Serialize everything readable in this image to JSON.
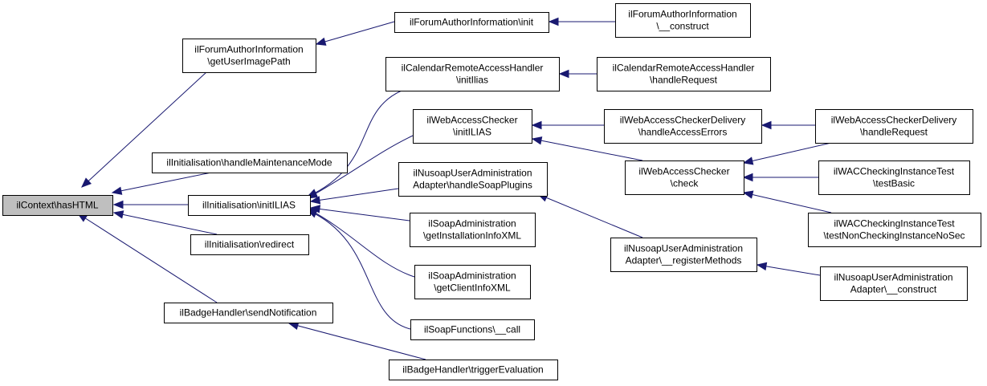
{
  "graph": {
    "nodes": [
      {
        "id": "root",
        "lines": [
          "ilContext\\hasHTML"
        ],
        "root": true
      },
      {
        "id": "getUserImagePath",
        "lines": [
          "ilForumAuthorInformation",
          "\\getUserImagePath"
        ]
      },
      {
        "id": "handleMaintenanceMode",
        "lines": [
          "ilInitialisation\\handleMaintenanceMode"
        ]
      },
      {
        "id": "initILIAS",
        "lines": [
          "ilInitialisation\\initILIAS"
        ]
      },
      {
        "id": "redirect",
        "lines": [
          "ilInitialisation\\redirect"
        ]
      },
      {
        "id": "sendNotification",
        "lines": [
          "ilBadgeHandler\\sendNotification"
        ]
      },
      {
        "id": "forumInit",
        "lines": [
          "ilForumAuthorInformation\\init"
        ]
      },
      {
        "id": "forumConstruct",
        "lines": [
          "ilForumAuthorInformation",
          "\\__construct"
        ]
      },
      {
        "id": "calInitIlias",
        "lines": [
          "ilCalendarRemoteAccessHandler",
          "\\initIlias"
        ]
      },
      {
        "id": "calHandleRequest",
        "lines": [
          "ilCalendarRemoteAccessHandler",
          "\\handleRequest"
        ]
      },
      {
        "id": "wacInitILIAS",
        "lines": [
          "ilWebAccessChecker",
          "\\initILIAS"
        ]
      },
      {
        "id": "wacdHandleAccessErrors",
        "lines": [
          "ilWebAccessCheckerDelivery",
          "\\handleAccessErrors"
        ]
      },
      {
        "id": "wacdHandleRequest",
        "lines": [
          "ilWebAccessCheckerDelivery",
          "\\handleRequest"
        ]
      },
      {
        "id": "wacCheck",
        "lines": [
          "ilWebAccessChecker",
          "\\check"
        ]
      },
      {
        "id": "testBasic",
        "lines": [
          "ilWACCheckingInstanceTest",
          "\\testBasic"
        ]
      },
      {
        "id": "testNonChecking",
        "lines": [
          "ilWACCheckingInstanceTest",
          "\\testNonCheckingInstanceNoSec"
        ]
      },
      {
        "id": "nusoapHandleSoapPlugins",
        "lines": [
          "ilNusoapUserAdministration",
          "Adapter\\handleSoapPlugins"
        ]
      },
      {
        "id": "nusoapRegisterMethods",
        "lines": [
          "ilNusoapUserAdministration",
          "Adapter\\__registerMethods"
        ]
      },
      {
        "id": "nusoapConstruct",
        "lines": [
          "ilNusoapUserAdministration",
          "Adapter\\__construct"
        ]
      },
      {
        "id": "soapGetInstallationInfoXML",
        "lines": [
          "ilSoapAdministration",
          "\\getInstallationInfoXML"
        ]
      },
      {
        "id": "soapGetClientInfoXML",
        "lines": [
          "ilSoapAdministration",
          "\\getClientInfoXML"
        ]
      },
      {
        "id": "soapFunctionsCall",
        "lines": [
          "ilSoapFunctions\\__call"
        ]
      },
      {
        "id": "triggerEvaluation",
        "lines": [
          "ilBadgeHandler\\triggerEvaluation"
        ]
      }
    ],
    "edges": [
      {
        "from": "getUserImagePath",
        "to": "root"
      },
      {
        "from": "handleMaintenanceMode",
        "to": "root"
      },
      {
        "from": "initILIAS",
        "to": "root"
      },
      {
        "from": "redirect",
        "to": "root"
      },
      {
        "from": "sendNotification",
        "to": "root"
      },
      {
        "from": "forumInit",
        "to": "getUserImagePath"
      },
      {
        "from": "forumConstruct",
        "to": "forumInit"
      },
      {
        "from": "calInitIlias",
        "to": "initILIAS"
      },
      {
        "from": "calHandleRequest",
        "to": "calInitIlias"
      },
      {
        "from": "wacInitILIAS",
        "to": "initILIAS"
      },
      {
        "from": "wacdHandleAccessErrors",
        "to": "wacInitILIAS"
      },
      {
        "from": "wacdHandleRequest",
        "to": "wacdHandleAccessErrors"
      },
      {
        "from": "wacCheck",
        "to": "wacInitILIAS"
      },
      {
        "from": "wacdHandleRequest",
        "to": "wacCheck"
      },
      {
        "from": "testBasic",
        "to": "wacCheck"
      },
      {
        "from": "testNonChecking",
        "to": "wacCheck"
      },
      {
        "from": "nusoapHandleSoapPlugins",
        "to": "initILIAS"
      },
      {
        "from": "nusoapRegisterMethods",
        "to": "nusoapHandleSoapPlugins"
      },
      {
        "from": "nusoapConstruct",
        "to": "nusoapRegisterMethods"
      },
      {
        "from": "soapGetInstallationInfoXML",
        "to": "initILIAS"
      },
      {
        "from": "soapGetClientInfoXML",
        "to": "initILIAS"
      },
      {
        "from": "soapFunctionsCall",
        "to": "initILIAS"
      },
      {
        "from": "triggerEvaluation",
        "to": "sendNotification"
      }
    ],
    "colors": {
      "edge": "#191970",
      "root_fill": "#bfbfbf",
      "node_fill": "#ffffff",
      "border": "#000000"
    }
  }
}
